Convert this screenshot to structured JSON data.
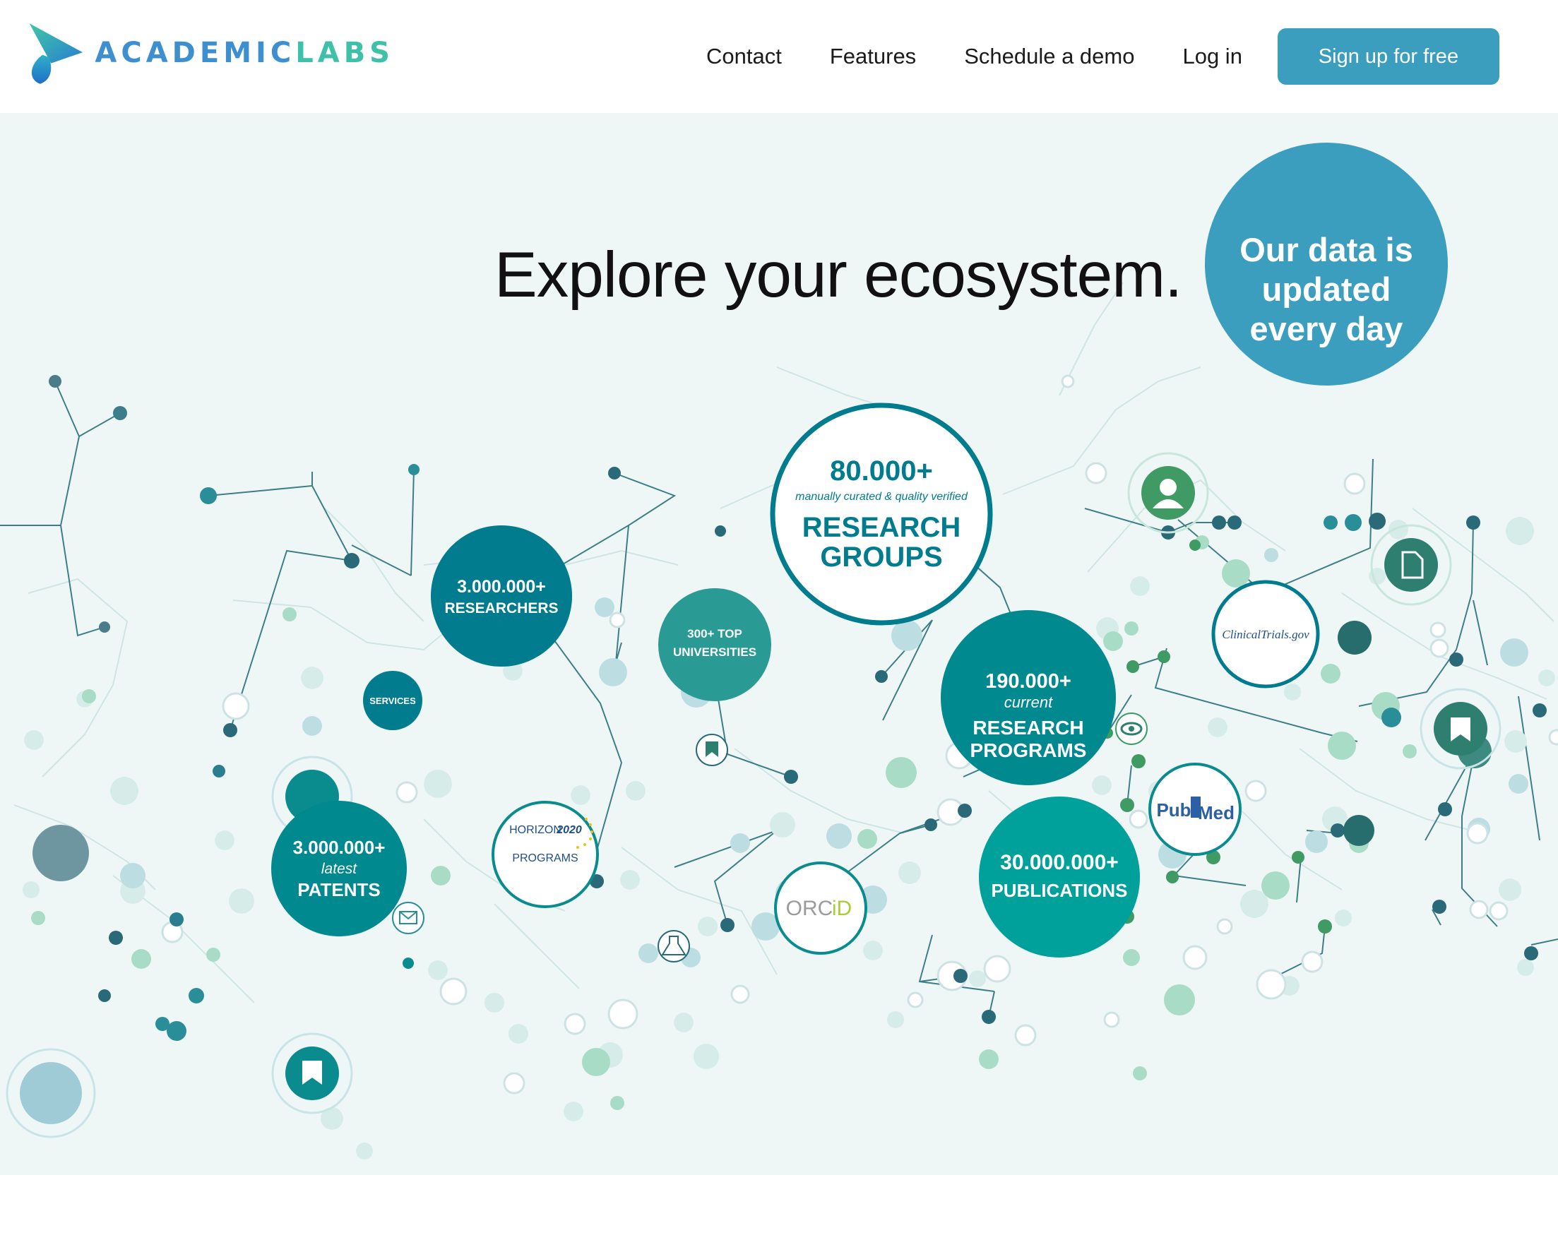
{
  "brand": {
    "name_part1": "ACADEMIC",
    "name_part2": "LABS"
  },
  "nav": {
    "links": [
      "Contact",
      "Features",
      "Schedule a demo",
      "Log in"
    ],
    "cta": "Sign up for free"
  },
  "hero": {
    "headline": "Explore your ecosystem.",
    "update_badge": {
      "icon": "refresh-icon",
      "text": "Our data is updated every day"
    }
  },
  "stats": {
    "research_groups": {
      "count": "80.000+",
      "note": "manually curated & quality verified",
      "line1": "RESEARCH",
      "line2": "GROUPS"
    },
    "researchers": {
      "count": "3.000.000+",
      "label": "RESEARCHERS"
    },
    "universities": {
      "line1": "300+ TOP",
      "line2": "UNIVERSITIES"
    },
    "programs": {
      "count": "190.000+",
      "note": "current",
      "line1": "RESEARCH",
      "line2": "PROGRAMS"
    },
    "patents": {
      "count": "3.000.000+",
      "note": "latest",
      "label": "PATENTS"
    },
    "publications": {
      "count": "30.000.000+",
      "label": "PUBLICATIONS"
    },
    "services": {
      "label": "SERVICES"
    }
  },
  "sources": {
    "horizon": {
      "part1": "HORIZON",
      "part2": "2020",
      "label": "PROGRAMS"
    },
    "orcid": {
      "part1": "ORC",
      "part2": "iD"
    },
    "clinicaltrials": {
      "label": "ClinicalTrials.gov"
    },
    "pubmed": {
      "part1": "Pub",
      "part2": "Med"
    }
  },
  "colors": {
    "brand_blue": "#3b9ebf",
    "teal_dark": "#007c8e",
    "teal": "#00898f",
    "teal_mid": "#2a9a95",
    "teal_light": "#00a09b",
    "hero_bg": "#eff7f6"
  },
  "icons": [
    "refresh-icon",
    "bookmark-icon",
    "user-icon",
    "document-icon",
    "eye-icon",
    "mail-icon",
    "flask-icon"
  ]
}
